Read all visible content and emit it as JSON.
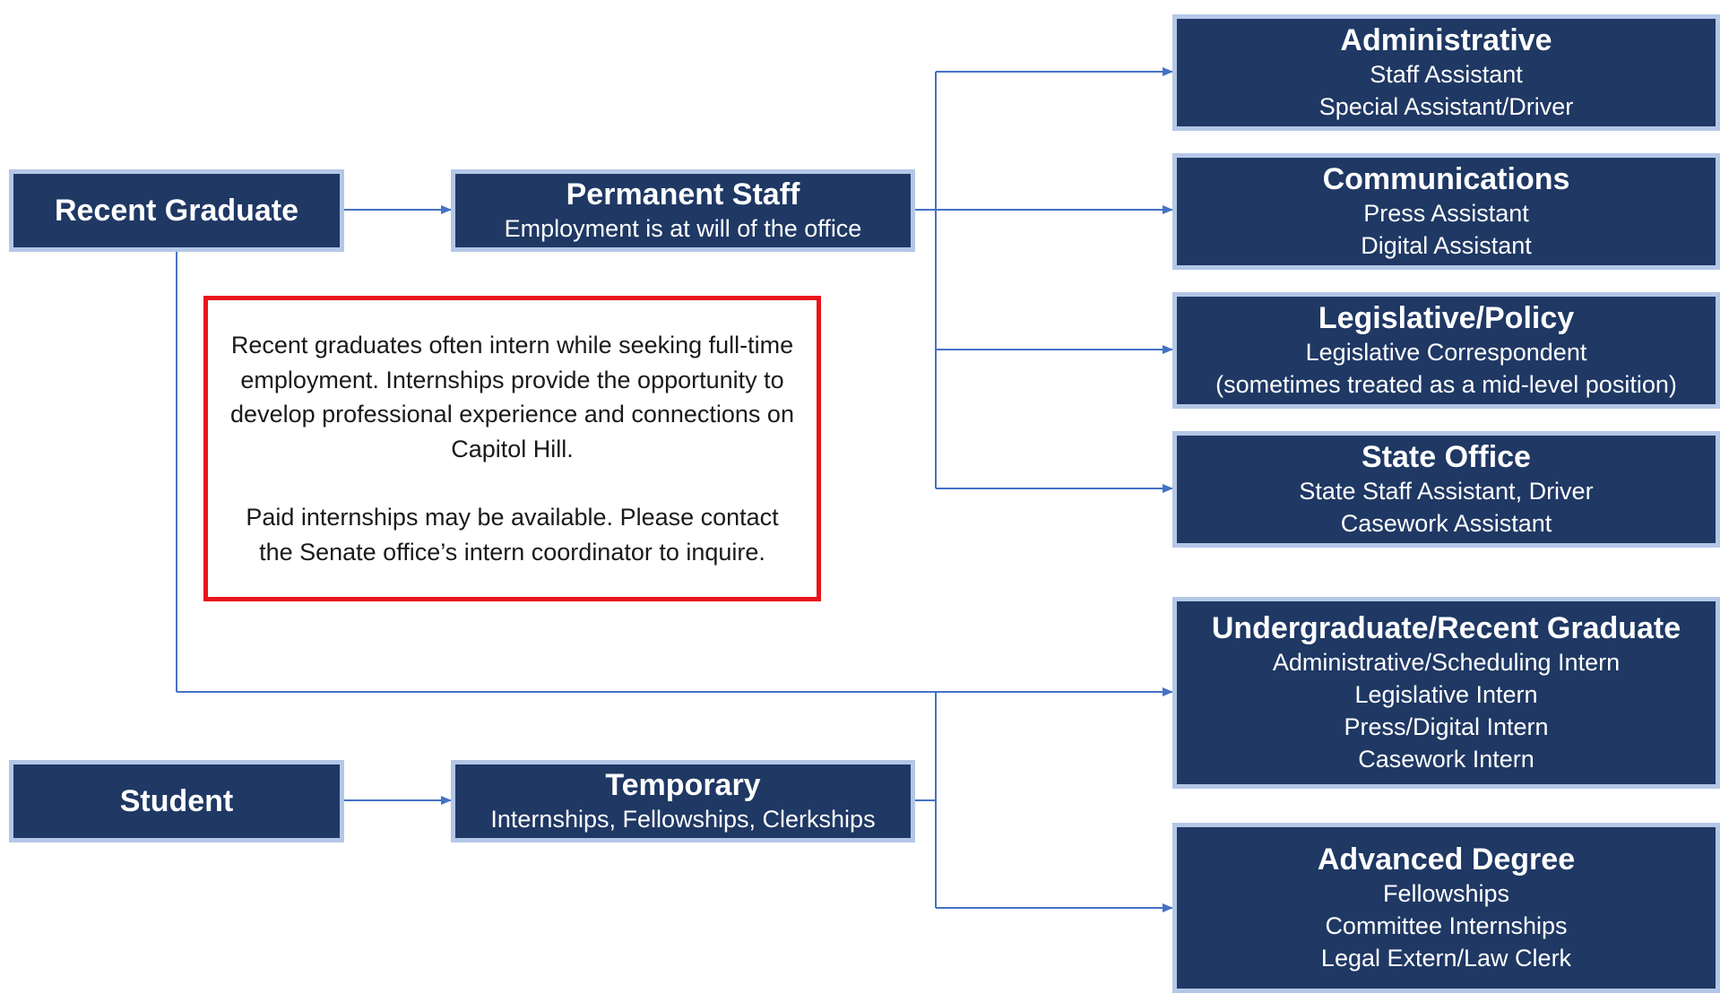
{
  "colors": {
    "box_fill": "#1f3864",
    "box_border": "#b4c7e7",
    "connector": "#4472c4",
    "note_border": "#e8141b"
  },
  "sources": {
    "recent_graduate": "Recent Graduate",
    "student": "Student"
  },
  "paths": {
    "permanent": {
      "title": "Permanent Staff",
      "subtitle": "Employment is at will of the office"
    },
    "temporary": {
      "title": "Temporary",
      "subtitle": "Internships, Fellowships, Clerkships"
    }
  },
  "permanent_roles": [
    {
      "title": "Administrative",
      "lines": [
        "Staff Assistant",
        "Special Assistant/Driver"
      ]
    },
    {
      "title": "Communications",
      "lines": [
        "Press Assistant",
        "Digital Assistant"
      ]
    },
    {
      "title": "Legislative/Policy",
      "lines": [
        "Legislative Correspondent",
        "(sometimes treated as a mid-level position)"
      ]
    },
    {
      "title": "State Office",
      "lines": [
        "State Staff Assistant, Driver",
        "Casework Assistant"
      ]
    }
  ],
  "temporary_roles": [
    {
      "title": "Undergraduate/Recent Graduate",
      "lines": [
        "Administrative/Scheduling Intern",
        "Legislative Intern",
        "Press/Digital Intern",
        "Casework Intern"
      ]
    },
    {
      "title": "Advanced Degree",
      "lines": [
        "Fellowships",
        "Committee Internships",
        "Legal Extern/Law Clerk"
      ]
    }
  ],
  "note": {
    "paragraph1": "Recent graduates often intern while seeking full-time employment. Internships provide the opportunity to develop professional experience and connections on Capitol Hill.",
    "paragraph2": "Paid internships may be available. Please contact the Senate office’s intern coordinator to inquire."
  }
}
